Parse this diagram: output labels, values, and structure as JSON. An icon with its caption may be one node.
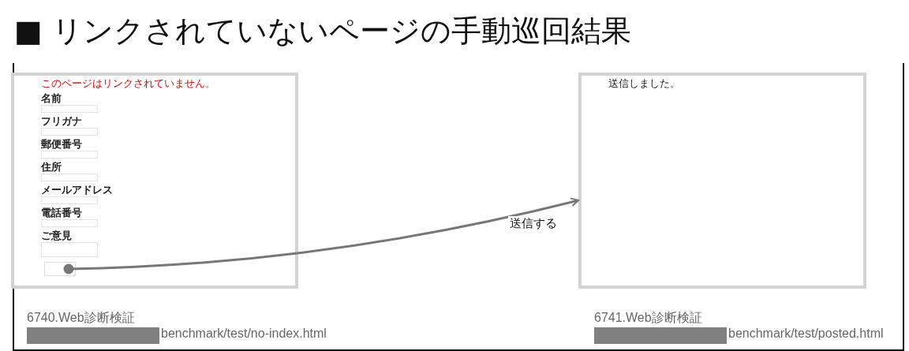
{
  "diagram": {
    "title": "■ リンクされていないページの手動巡回結果",
    "nodes": [
      {
        "text": [
          "このページはリンクされていません。",
          "名前",
          "フリガナ",
          "郵便番号",
          "住所",
          "メールアドレス",
          "電話番号",
          "ご意見"
        ]
      },
      {
        "text": [],
        "shape": "box",
        "in": 0
      },
      {
        "text": [
          "送信しました。"
        ]
      }
    ],
    "edges": [
      {
        "from": 1,
        "to": 2,
        "arrow": "to",
        "label": "送信する"
      }
    ],
    "labels": [
      "6740.Web診断検証",
      "benchmark/test/no-index.html",
      "6741.Web診断検証",
      "benchmark/test/posted.html"
    ]
  }
}
